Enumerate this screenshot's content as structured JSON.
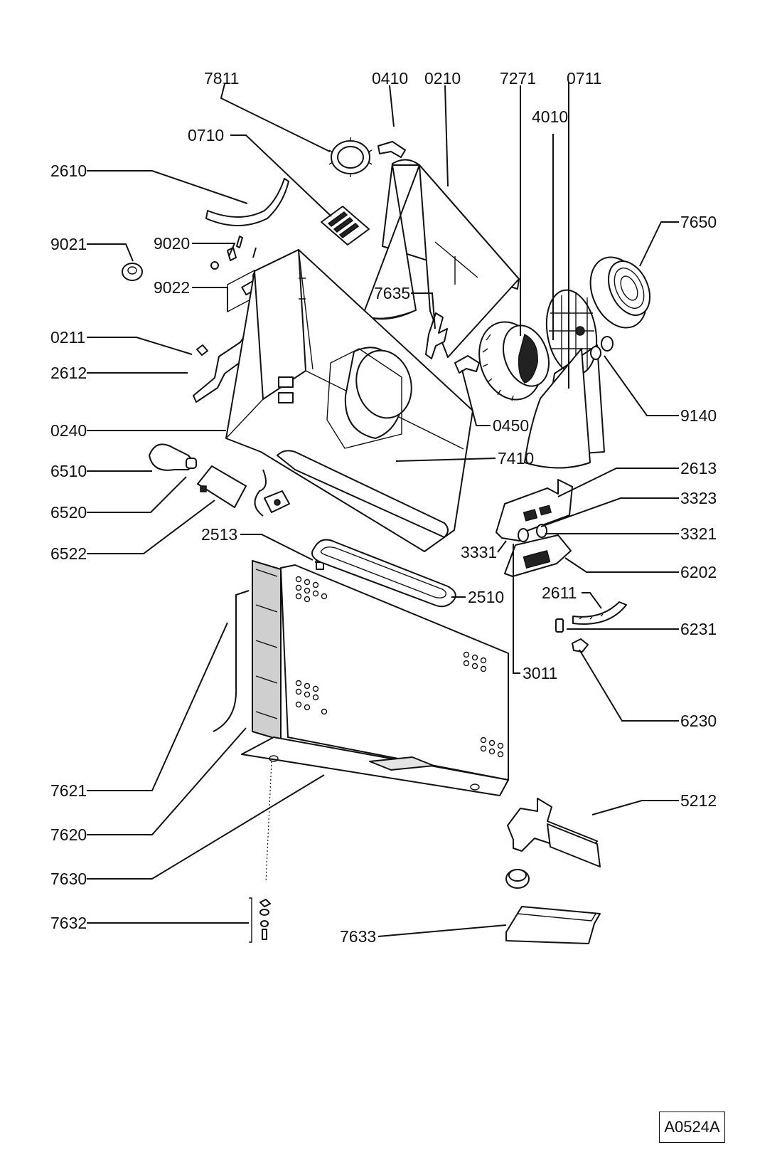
{
  "diagram": {
    "reference_code": "A0524A",
    "labels": {
      "p7811": "7811",
      "p0410": "0410",
      "p0210": "0210",
      "p7271": "7271",
      "p0711": "0711",
      "p4010": "4010",
      "p0710": "0710",
      "p2610": "2610",
      "p7650": "7650",
      "p9021": "9021",
      "p9020": "9020",
      "p9022": "9022",
      "p7635": "7635",
      "p0211": "0211",
      "p2612": "2612",
      "p0450": "0450",
      "p9140": "9140",
      "p0240": "0240",
      "p7410": "7410",
      "p6510": "6510",
      "p2613": "2613",
      "p3323": "3323",
      "p6520": "6520",
      "p6522": "6522",
      "p2513": "2513",
      "p3321": "3321",
      "p3331": "3331",
      "p6202": "6202",
      "p2510": "2510",
      "p2611": "2611",
      "p6231": "6231",
      "p3011": "3011",
      "p6230": "6230",
      "p7621": "7621",
      "p5212": "5212",
      "p7620": "7620",
      "p7630": "7630",
      "p7632": "7632",
      "p7633": "7633"
    }
  }
}
